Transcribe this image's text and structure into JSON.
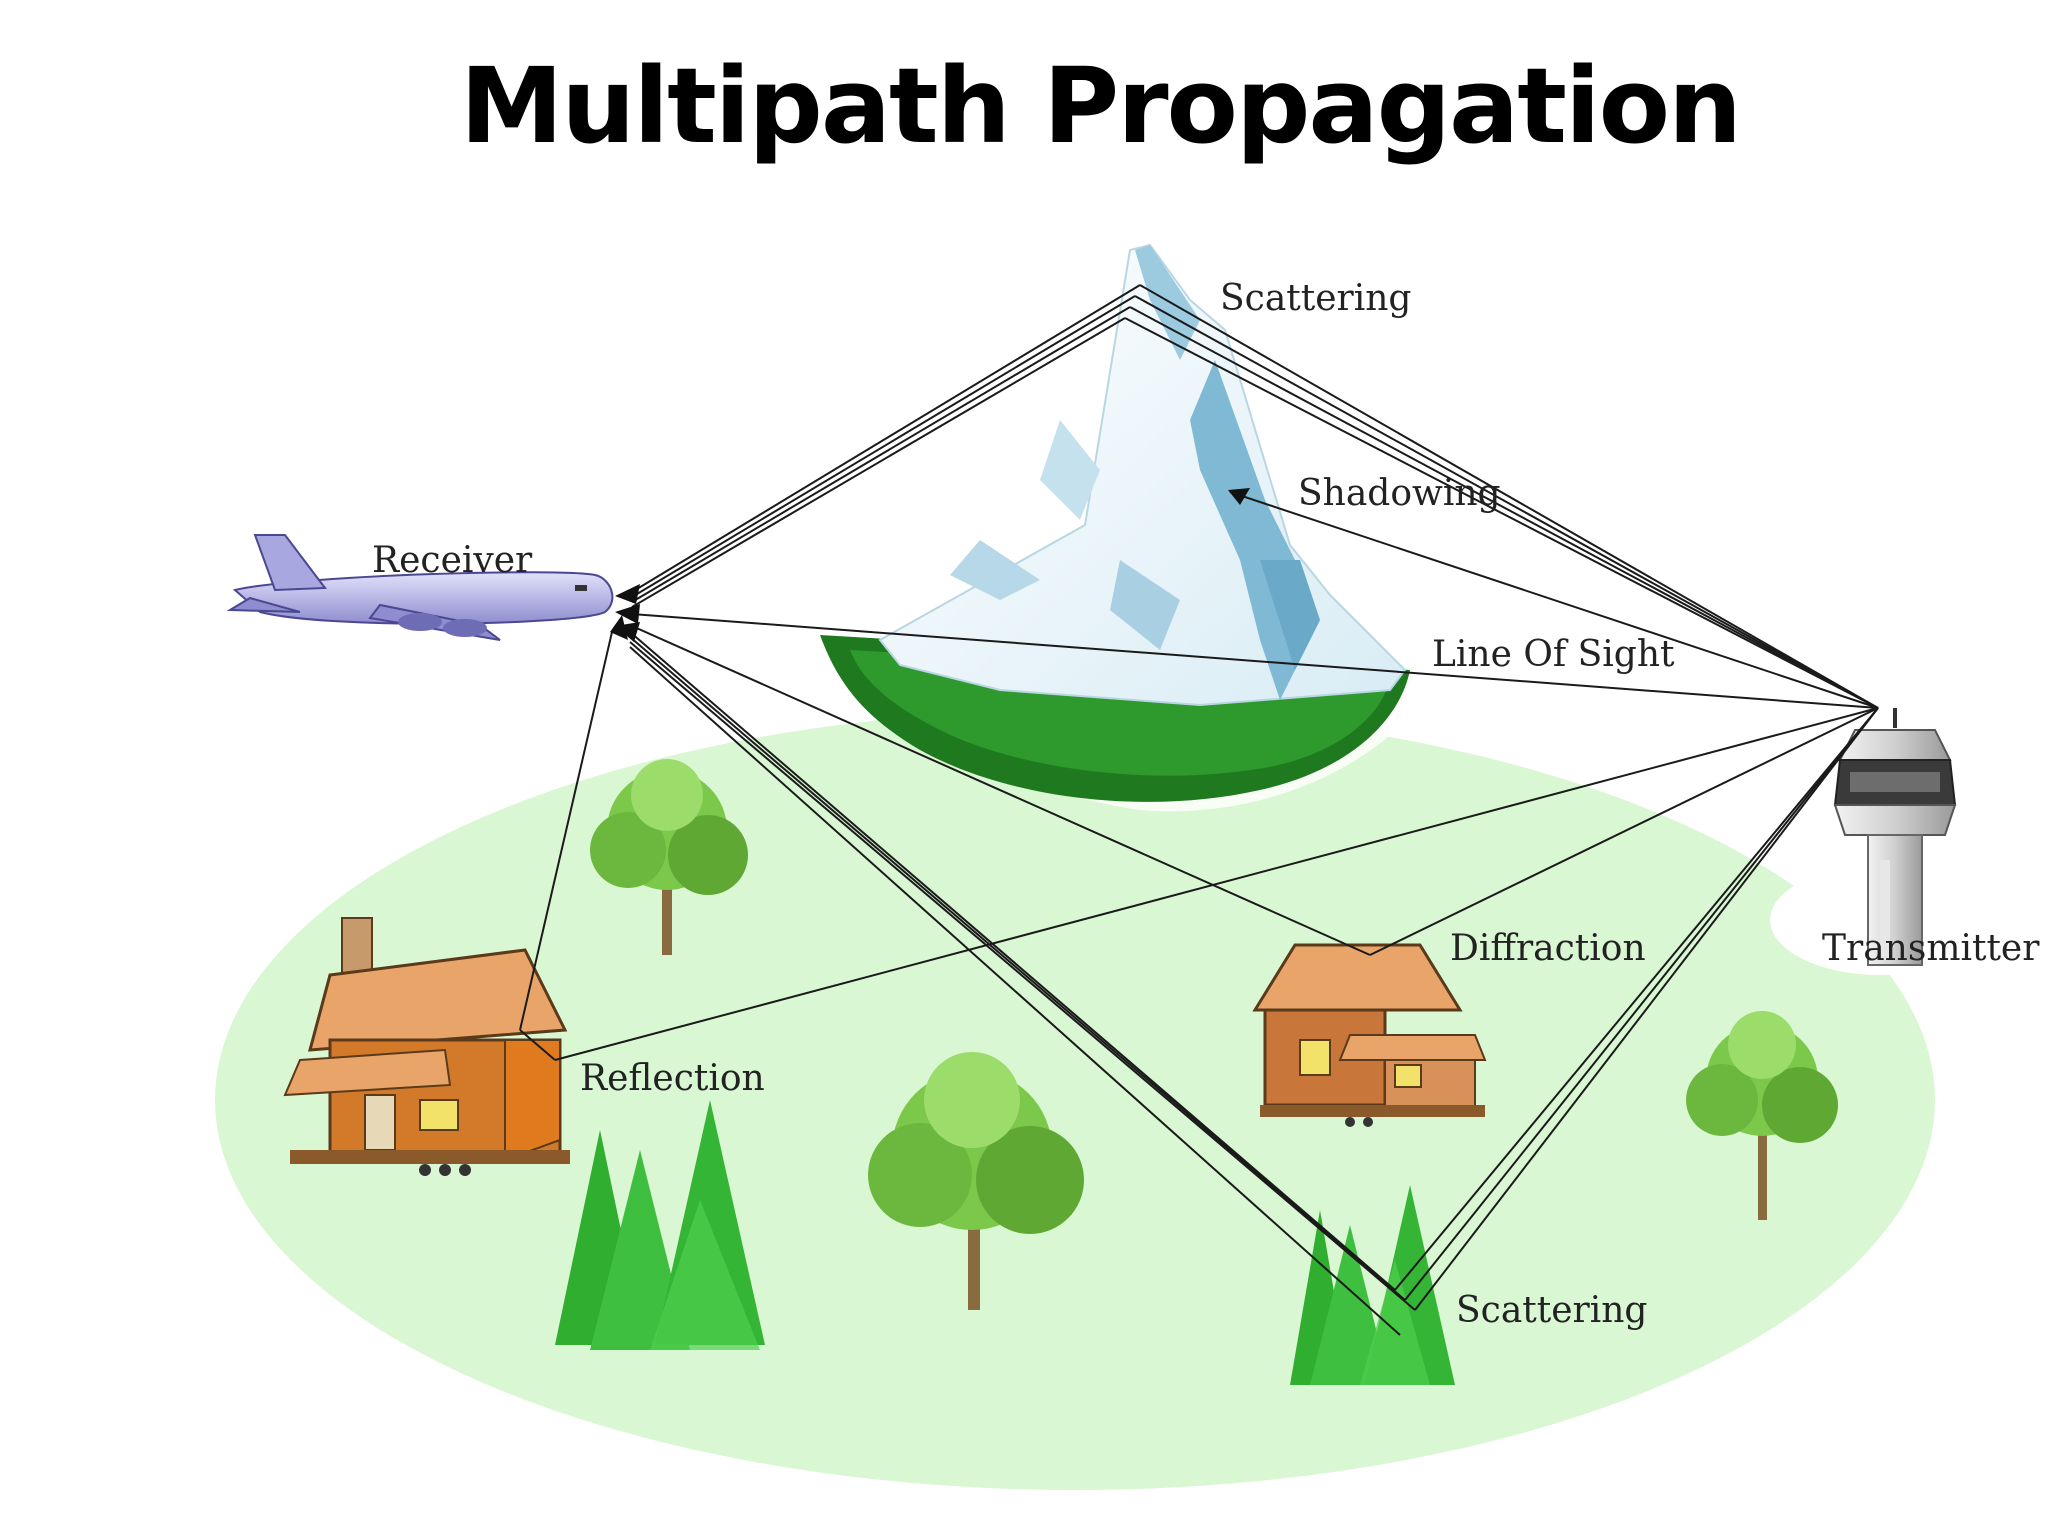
{
  "title": "Multipath Propagation",
  "labels": {
    "scattering_top": "Scattering",
    "shadowing": "Shadowing",
    "receiver": "Receiver",
    "line_of_sight": "Line Of Sight",
    "diffraction": "Diffraction",
    "transmitter": "Transmitter",
    "reflection": "Reflection",
    "scattering_bottom": "Scattering"
  },
  "icons": {
    "receiver": "airplane-icon",
    "transmitter": "control-tower-icon",
    "obstacle": "mountain-icon",
    "reflector": "house-icon",
    "diffractor": "cabin-icon",
    "scatterer": "pine-trees-icon"
  },
  "colors": {
    "ground": "#d9f7d3",
    "forest": "#1f7a1f",
    "snow": "#eef7fb",
    "ice_shadow": "#8cc3d8",
    "house_wall": "#e07a1f",
    "roof": "#e9a46a",
    "tree_leaf": "#7bc84a",
    "pine": "#3fbf3f",
    "plane": "#b9b7e8",
    "tower": "#cfcfcf"
  }
}
